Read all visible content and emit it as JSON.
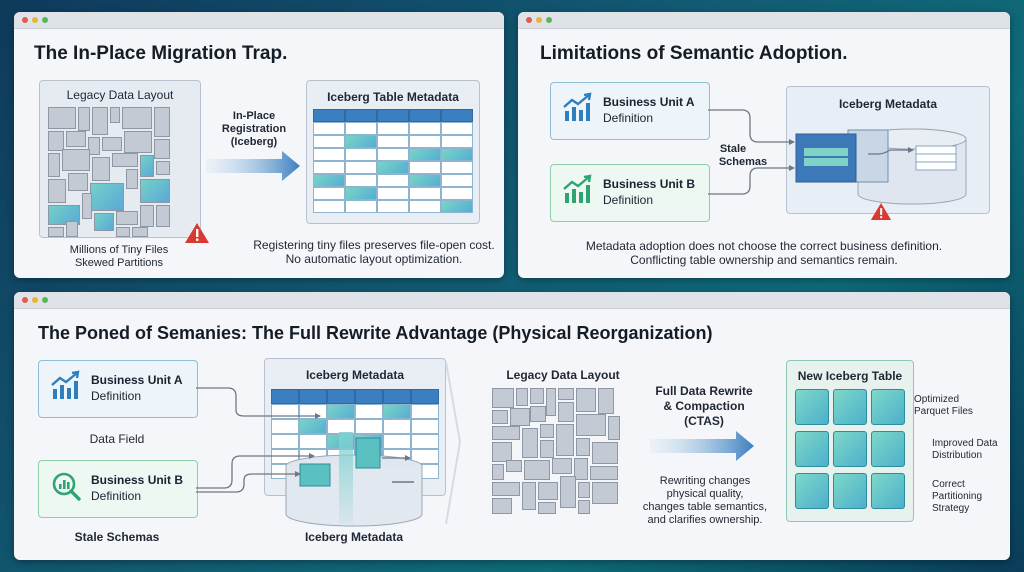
{
  "panel1": {
    "title": "The In-Place Migration Trap.",
    "legacy_label": "Legacy Data Layout",
    "caption_line1": "Millions of Tiny Files",
    "caption_line2": "Skewed Partitions",
    "arrow_label_1": "In-Place",
    "arrow_label_2": "Registration",
    "arrow_label_3": "(Iceberg)",
    "table_label": "Iceberg Table Metadata",
    "note_line1": "Registering tiny files preserves file-open cost.",
    "note_line2": "No automatic layout optimization."
  },
  "panel2": {
    "title": "Limitations of Semantic Adoption.",
    "unit_a_title": "Business Unit A",
    "unit_a_sub": "Definition",
    "unit_b_title": "Business Unit B",
    "unit_b_sub": "Definition",
    "stale_1": "Stale",
    "stale_2": "Schemas",
    "metadata_label": "Iceberg Metadata",
    "note_line1": "Metadata adoption does not choose the correct business definition.",
    "note_line2": "Conflicting table ownership and semantics remain."
  },
  "panel3": {
    "title": "The Poned of Semanies: The Full Rewrite Advantage (Physical Reorganization)",
    "unit_a_title": "Business Unit A",
    "unit_a_sub": "Definition",
    "data_field": "Data Field",
    "unit_b_title": "Business Unit B",
    "unit_b_sub": "Definition",
    "stale_schemas": "Stale Schemas",
    "metadata_top": "Iceberg Metadata",
    "metadata_bottom": "Iceberg Metadata",
    "legacy_label": "Legacy Data Layout",
    "rewrite_1": "Full Data Rewrite",
    "rewrite_2": "& Compaction",
    "rewrite_3": "(CTAS)",
    "rewrite_note_1": "Rewriting changes",
    "rewrite_note_2": "physical quality,",
    "rewrite_note_3": "changes table semantics,",
    "rewrite_note_4": "and clarifies ownership.",
    "new_table": "New Iceberg Table",
    "benefit_1a": "Optimized",
    "benefit_1b": "Parquet Files",
    "benefit_2a": "Improved Data",
    "benefit_2b": "Distribution",
    "benefit_3a": "Correct",
    "benefit_3b": "Partitioning",
    "benefit_3c": "Strategy"
  },
  "icons": [
    "warning-icon",
    "chart-growth-icon",
    "search-chart-icon",
    "arrow-right-icon"
  ],
  "colors": {
    "accent_blue": "#3b7fc0",
    "accent_teal": "#5ac8c0",
    "warning_red": "#d93a30"
  }
}
